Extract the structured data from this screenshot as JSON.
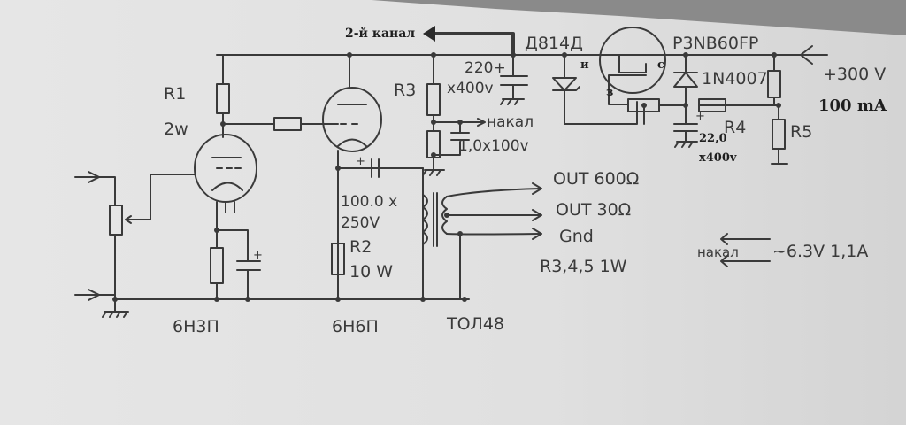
{
  "title": "6Н3П / 6Н6П tube amplifier schematic",
  "labels": {
    "channel2": "2-й канал",
    "zener": "Д814Д",
    "mosfet": "P3NB60FP",
    "mosfet_source": "и",
    "mosfet_drain": "с",
    "mosfet_gate": "з",
    "supply_voltage": "+300 V",
    "supply_current": "100 mA",
    "diode": "1N4007",
    "r1": "R1",
    "r1_power": "2w",
    "r2": "R2",
    "r2_power": "10 W",
    "r3": "R3",
    "r4": "R4",
    "r5": "R5",
    "cap_main_value": "220+",
    "cap_main_voltage": "x400v",
    "cap_heater": "1,0x100v",
    "heater_tap": "накал",
    "cap_filter_value": "22,0",
    "cap_filter_voltage": "x400v",
    "cap_cathode_value": "100.0 x",
    "cap_cathode_voltage": "250V",
    "out_600": "OUT 600Ω",
    "out_30": "OUT 30Ω",
    "gnd": "Gnd",
    "resistor_power": "R3,4,5  1W",
    "heater": "накал",
    "heater_supply": "~6.3V 1,1A",
    "tube1": "6Н3П",
    "tube2": "6Н6П",
    "transformer": "ТОЛ48"
  }
}
